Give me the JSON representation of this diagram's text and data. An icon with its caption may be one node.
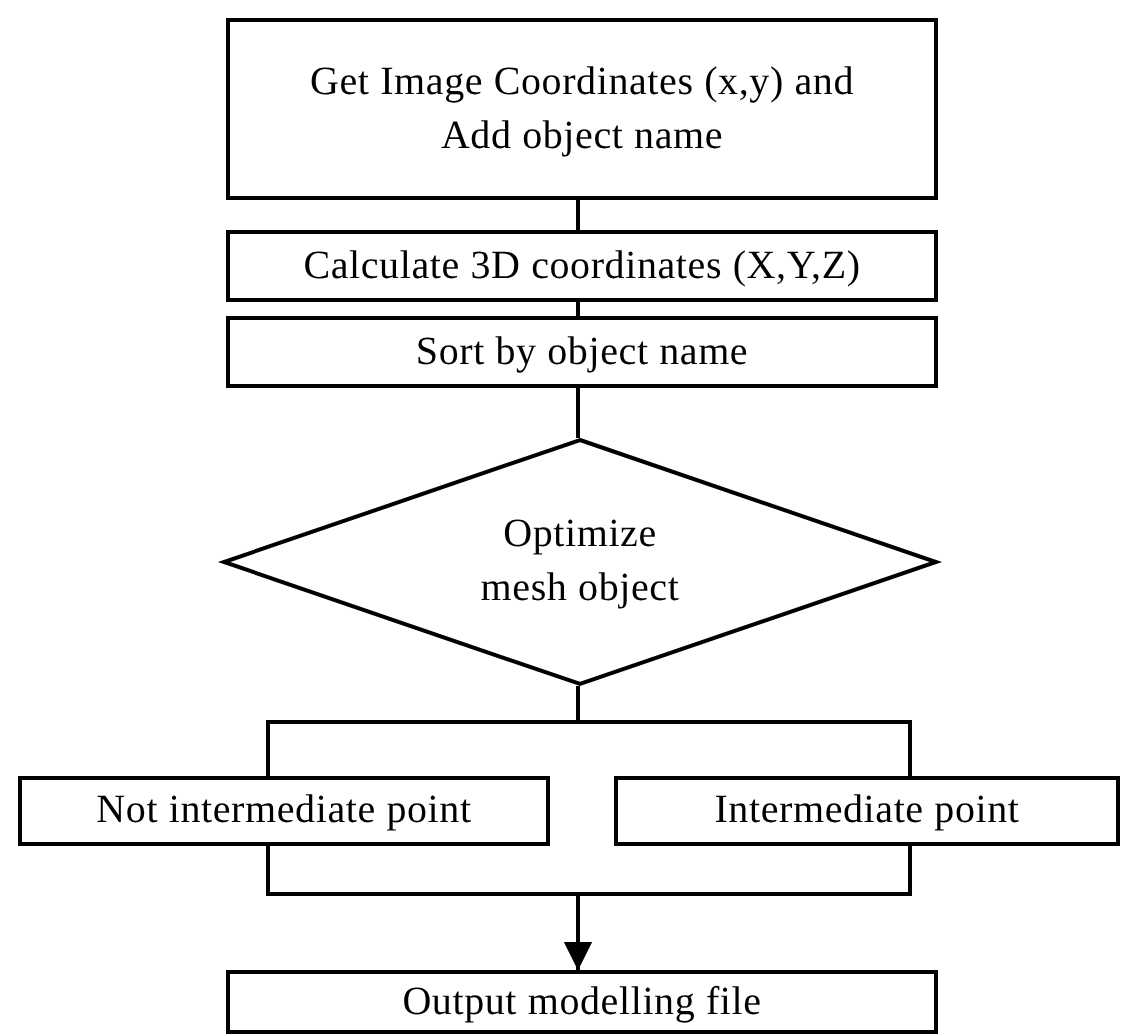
{
  "diagram": {
    "nodes": [
      {
        "text": [
          "Get Image Coordinates (x,y) and Add object name"
        ]
      },
      {
        "text": [
          "Calculate 3D coordinates (X,Y,Z)"
        ]
      },
      {
        "text": [
          "Sort by object name"
        ]
      },
      {
        "text": [
          "Optimize mesh object"
        ]
      },
      {
        "text": [
          "Not intermediate point"
        ]
      },
      {
        "text": [
          "Intermediate point"
        ]
      },
      {
        "text": [
          "Output modelling file"
        ]
      }
    ],
    "edges": [
      {
        "from": 0,
        "to": 1,
        "arrow": "none"
      },
      {
        "from": 1,
        "to": 2,
        "arrow": "none"
      },
      {
        "from": 2,
        "to": 3,
        "arrow": "none"
      },
      {
        "from": 3,
        "to": 4,
        "arrow": "none"
      },
      {
        "from": 3,
        "to": 5,
        "arrow": "none"
      },
      {
        "from": 4,
        "to": 6,
        "arrow": "to"
      },
      {
        "from": 5,
        "to": 6,
        "arrow": "to"
      }
    ]
  }
}
